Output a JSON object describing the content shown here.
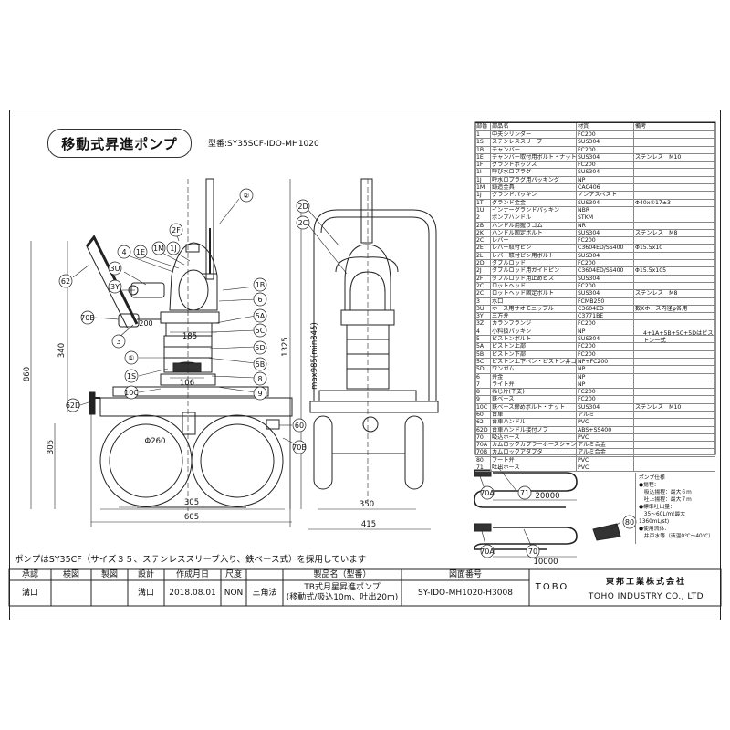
{
  "title": "移動式昇進ポンプ",
  "model_label": "型番:SY35SCF-IDO-MH1020",
  "note": "ポンプはSY35CF（サイズ３５、ステンレススリーブ入り、鉄ベース式）を採用しています",
  "callouts": {
    "c2": "②",
    "c2F": "2F",
    "c4": "4",
    "c1E": "1E",
    "c1M": "1M",
    "c1J": "1J",
    "c3U": "3U",
    "c3Y": "3Y",
    "c62": "62",
    "c70B": "70B",
    "c3": "3",
    "c200": "200",
    "c1B": "1B",
    "c6": "6",
    "c5A": "5A",
    "c5C": "5C",
    "c5D": "5D",
    "c5B": "5B",
    "c8": "8",
    "c9": "9",
    "c1": "①",
    "c1S": "1S",
    "c10C": "10C",
    "c62D": "62D",
    "c60": "60",
    "c70B2": "70B",
    "c2D": "2D",
    "c2C": "2C",
    "c71": "71",
    "c70A": "70A",
    "c70": "70",
    "c80": "80",
    "c70A2": "70A"
  },
  "dims": {
    "d185": "185",
    "d106": "106",
    "d340": "340",
    "d860": "860",
    "d1325": "1325",
    "d305v": "305",
    "dphi260": "Φ260",
    "d305h": "305",
    "d605": "605",
    "dmax985": "max985(min845)",
    "d350": "350",
    "d415": "415",
    "d20000": "20000",
    "d10000": "10000"
  },
  "parts_header": [
    "部番",
    "部品名",
    "材質",
    "備考"
  ],
  "parts": [
    [
      "1",
      "中夫シリンダー",
      "FC200",
      ""
    ],
    [
      "1S",
      "ステンレススリーブ",
      "SUS304",
      ""
    ],
    [
      "1B",
      "チャンバー",
      "FC200",
      ""
    ],
    [
      "1E",
      "チャンバー取付用ボルト・ナット",
      "SUS304",
      "ステンレス　M10"
    ],
    [
      "1F",
      "グランドボックス",
      "FC200",
      ""
    ],
    [
      "1I",
      "呼び水ロプラグ",
      "SUS304",
      ""
    ],
    [
      "1J",
      "呼水ロプラグ用パッキング",
      "NP",
      ""
    ],
    [
      "1M",
      "鋳造金具",
      "CAC406",
      ""
    ],
    [
      "1J",
      "グランドパッキン",
      "ノンアスベスト",
      ""
    ],
    [
      "1T",
      "グランド金金",
      "SUS304",
      "Φ40x①17±3"
    ],
    [
      "1U",
      "インナーグランドパッキン",
      "NBR",
      ""
    ],
    [
      "2",
      "ポンプハンドル",
      "STKM",
      ""
    ],
    [
      "2B",
      "ハンドル用握りゴム",
      "NR",
      ""
    ],
    [
      "2K",
      "ハンドル固定ボルト",
      "SUS304",
      "ステンレス　M8"
    ],
    [
      "2C",
      "レバー",
      "FC200",
      ""
    ],
    [
      "2E",
      "レバー取付ピン",
      "C3604ED/SS400",
      "Φ15.5x10"
    ],
    [
      "2L",
      "レバー取付ピン用ボルト",
      "SUS304",
      ""
    ],
    [
      "2D",
      "ダブルロッド",
      "FC200",
      ""
    ],
    [
      "2J",
      "ダブルロッド用ガイドピン",
      "C3604ED/SS400",
      "Φ15.5x105"
    ],
    [
      "2F",
      "ダブルロッド用止めビス",
      "SUS304",
      ""
    ],
    [
      "2C",
      "ロットヘッド",
      "FC200",
      ""
    ],
    [
      "2C",
      "ロットヘッド固定ボルト",
      "SUS304",
      "ステンレス　M8"
    ],
    [
      "3",
      "水口",
      "FCMB250",
      ""
    ],
    [
      "3U",
      "ホース用サオモニップル",
      "C3604ED",
      "数Kホース内径φ各用"
    ],
    [
      "3Y",
      "三方弁",
      "C3771BE",
      ""
    ],
    [
      "3Z",
      "カランフランジ",
      "FC200",
      ""
    ],
    [
      "4",
      "小料扱パッキン",
      "NP",
      ""
    ],
    [
      "5",
      "ピストンボルト",
      "SUS304",
      ""
    ],
    [
      "5A",
      "ピストン上部",
      "FC200",
      ""
    ],
    [
      "5B",
      "ピストン下部",
      "FC200",
      ""
    ],
    [
      "5C",
      "ピストン上下ベン・ピストン井ゴム",
      "NP+FC200",
      ""
    ],
    [
      "5D",
      "ワンガム",
      "NP",
      ""
    ],
    [
      "6",
      "弁金",
      "NP",
      ""
    ],
    [
      "7",
      "ライト弁",
      "NP",
      ""
    ],
    [
      "8",
      "ねじ片(下支)",
      "FC200",
      ""
    ],
    [
      "9",
      "鉄ベース",
      "FC200",
      ""
    ],
    [
      "10C",
      "鉄ベース締めボルト・ナット",
      "SUS304",
      "ステンレス　M10"
    ],
    [
      "60",
      "台車",
      "アルミ",
      ""
    ],
    [
      "62",
      "台車ハンドル",
      "PVC",
      ""
    ],
    [
      "62D",
      "台車ハンドル接付ノブ",
      "ABS+SS400",
      ""
    ],
    [
      "70",
      "吸込ホース",
      "PVC",
      ""
    ],
    [
      "70A",
      "カムロックカプラーホースシャンク",
      "アルミ合金",
      ""
    ],
    [
      "70B",
      "カムロックアダプタ",
      "アルミ合金",
      ""
    ],
    [
      "80",
      "フート弁",
      "PVC",
      ""
    ],
    [
      "71",
      "吐出ホース",
      "PVC",
      ""
    ]
  ],
  "parts_note": "4+1A+5B+5C+5Dはピストン一式",
  "pump_spec": [
    "ポンプ仕様",
    "●揚程：",
    "　吸込揚程：最大６m",
    "　吐上揚程：最大７m",
    "●標準吐出量：",
    "　35～60L/m(最大1360mL/st)",
    "●使用流体：",
    "　井戸水等（液温0℃～40℃）"
  ],
  "title_block": {
    "h_approve": "承認",
    "h_check": "検図",
    "h_draw": "製図",
    "h_design": "設計",
    "h_date": "作成月日",
    "h_scale": "尺度",
    "h_product": "製品名（型番）",
    "h_drawing": "図面番号",
    "v_approve": "溝口",
    "v_design": "溝口",
    "v_date": "2018.08.01",
    "v_scale": "NON",
    "v_proj": "三角法",
    "v_product1": "TB式月星昇進ポンプ",
    "v_product2": "(移動式/吸込10m、吐出20m)",
    "v_drawing": "SY-IDO-MH1020-H3008",
    "brand": "TOBO",
    "company": "東邦工業株式会社",
    "company_en": "TOHO INDUSTRY CO., LTD"
  }
}
